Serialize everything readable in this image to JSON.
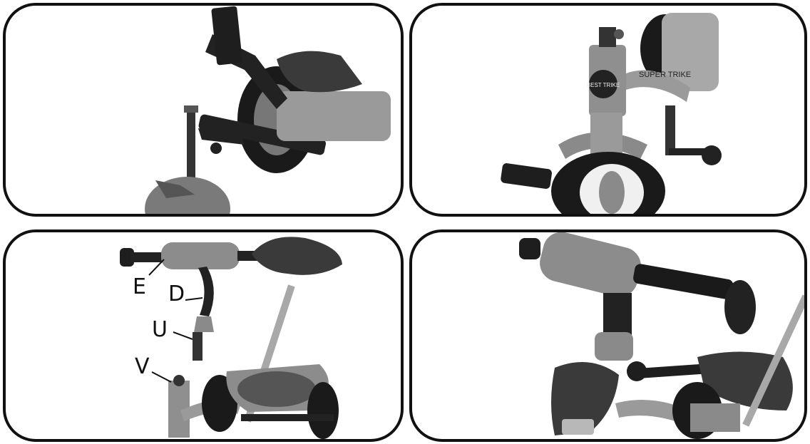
{
  "callouts": {
    "e": "E",
    "d": "D",
    "u": "U",
    "v": "V"
  },
  "frame_decals": {
    "brand_text": "SUPER TRIKE",
    "round_logo_text": "BEST TRIKE"
  }
}
